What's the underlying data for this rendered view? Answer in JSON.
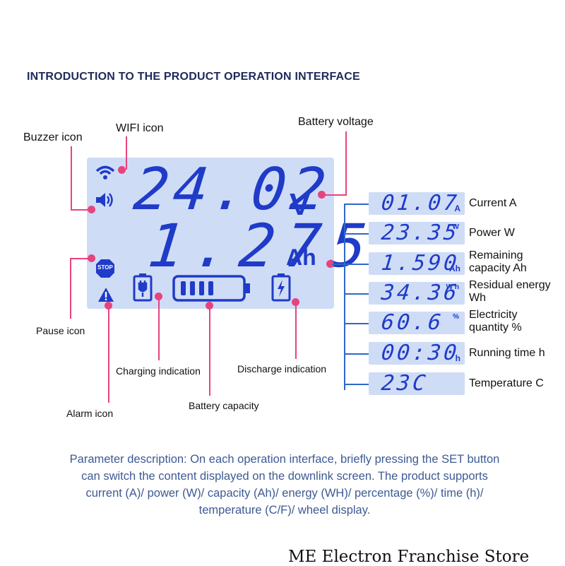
{
  "title": "INTRODUCTION TO THE PRODUCT OPERATION INTERFACE",
  "callouts": {
    "buzzer": "Buzzer icon",
    "wifi": "WIFI icon",
    "battery_voltage": "Battery voltage",
    "pause": "Pause icon",
    "charging": "Charging indication",
    "discharge": "Discharge indication",
    "alarm": "Alarm icon",
    "battery_capacity": "Battery capacity"
  },
  "main_display": {
    "voltage": "24.02",
    "voltage_unit": "V",
    "capacity": "1.275",
    "capacity_unit": "Ah",
    "stop_text": "STOP",
    "battery_bars": 4
  },
  "sub_displays": [
    {
      "value": "01.07",
      "unit": "A",
      "unit_pos": "bottom",
      "label": "Current A"
    },
    {
      "value": "23.35",
      "unit": "W",
      "unit_pos": "top",
      "label": "Power W"
    },
    {
      "value": "1.590",
      "unit": "Ah",
      "unit_pos": "bottom",
      "label": "Remaining capacity Ah"
    },
    {
      "value": "34.36",
      "unit": "W h",
      "unit_pos": "top",
      "label": "Residual energy Wh"
    },
    {
      "value": "60.6",
      "unit": "%",
      "unit_pos": "top",
      "label": "Electricity quantity %"
    },
    {
      "value": "00:30",
      "unit": "h",
      "unit_pos": "bottom",
      "label": "Running time h"
    },
    {
      "value": "23C",
      "unit": "",
      "unit_pos": "bottom",
      "label": "Temperature C"
    }
  ],
  "description": "Parameter description: On each operation interface, briefly pressing the SET button can switch the content displayed on the downlink screen. The product supports current (A)/ power (W)/ capacity (Ah)/ energy (WH)/ percentage (%)/ time (h)/ temperature (C/F)/ wheel display.",
  "footer": "ME Electron Franchise Store",
  "colors": {
    "lcd_bg": "#cfdcf6",
    "segment": "#1f3bc8",
    "callout": "#e7447f",
    "connector": "#2f68c8",
    "title": "#1e2a5a",
    "description": "#3d5a94"
  }
}
